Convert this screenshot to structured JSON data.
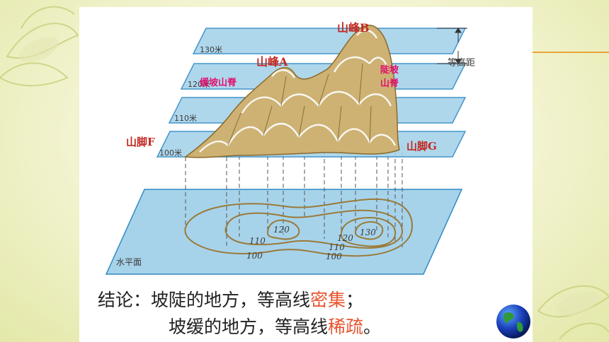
{
  "labels": {
    "peak_b": "山峰B",
    "peak_a": "山峰A",
    "foot_f": "山脚F",
    "foot_g": "山脚G",
    "gentle_ridge": "缓坡山脊",
    "steep_ridge_1": "陡坡",
    "steep_ridge_2": "山脊",
    "contour_interval": "等高距",
    "horizontal_plane": "水平面"
  },
  "plane_elevations": {
    "p130": "130米",
    "p120": "120米",
    "p110": "110米",
    "p100": "100米"
  },
  "contour_labels": {
    "c120_left": "120",
    "c120_right": "120",
    "c130": "130",
    "c110_left": "110",
    "c110_right": "110",
    "c100_left": "100",
    "c100_right": "100"
  },
  "conclusion": {
    "line1_prefix": "结论：坡陡的地方，等高线",
    "line1_highlight": "密集",
    "line1_suffix": "；",
    "line2_prefix": "坡缓的地方，等高线",
    "line2_highlight": "稀疏",
    "line2_suffix": "。"
  },
  "colors": {
    "plane_fill": "#a7d3ea",
    "plane_stroke": "#2f8ac4",
    "terrain": "#cdb274",
    "contour": "#9a7a3a",
    "label_red": "#c22a22",
    "label_pink": "#e0106e",
    "highlight": "#e8532d"
  }
}
